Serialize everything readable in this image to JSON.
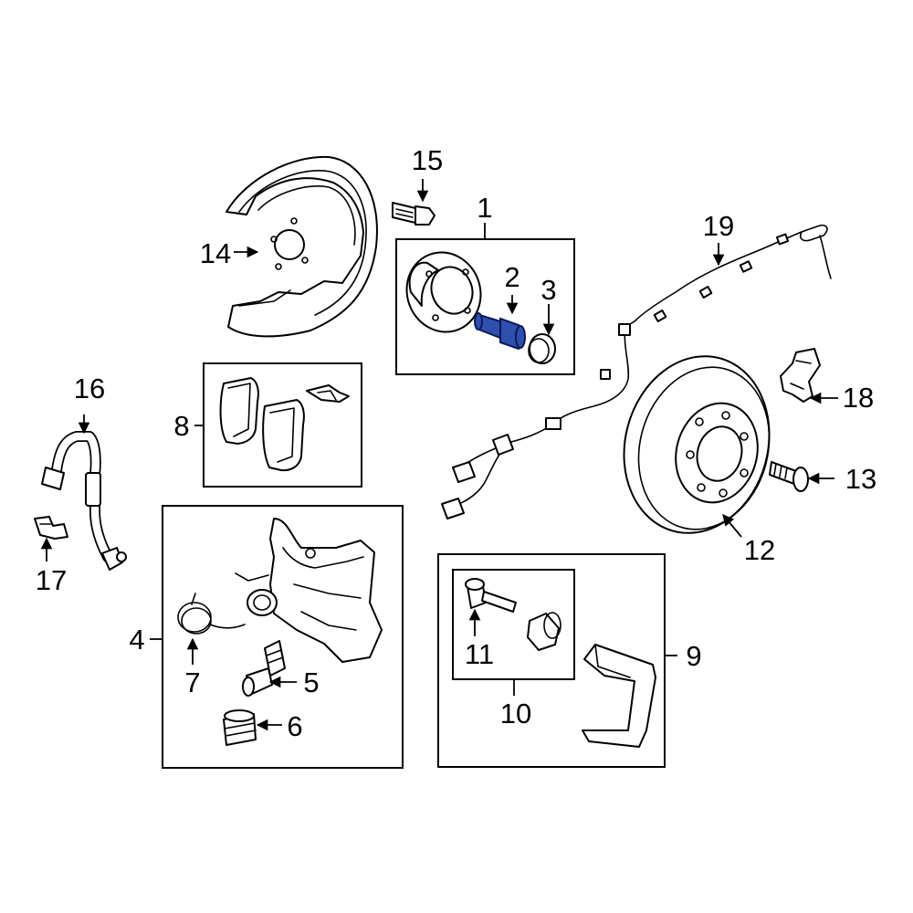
{
  "colors": {
    "line": "#000000",
    "background": "#ffffff",
    "highlight": "#2f4fae"
  },
  "callouts": {
    "c1": "1",
    "c2": "2",
    "c3": "3",
    "c4": "4",
    "c5": "5",
    "c6": "6",
    "c7": "7",
    "c8": "8",
    "c9": "9",
    "c10": "10",
    "c11": "11",
    "c12": "12",
    "c13": "13",
    "c14": "14",
    "c15": "15",
    "c16": "16",
    "c17": "17",
    "c18": "18",
    "c19": "19"
  },
  "highlighted_part": "2"
}
